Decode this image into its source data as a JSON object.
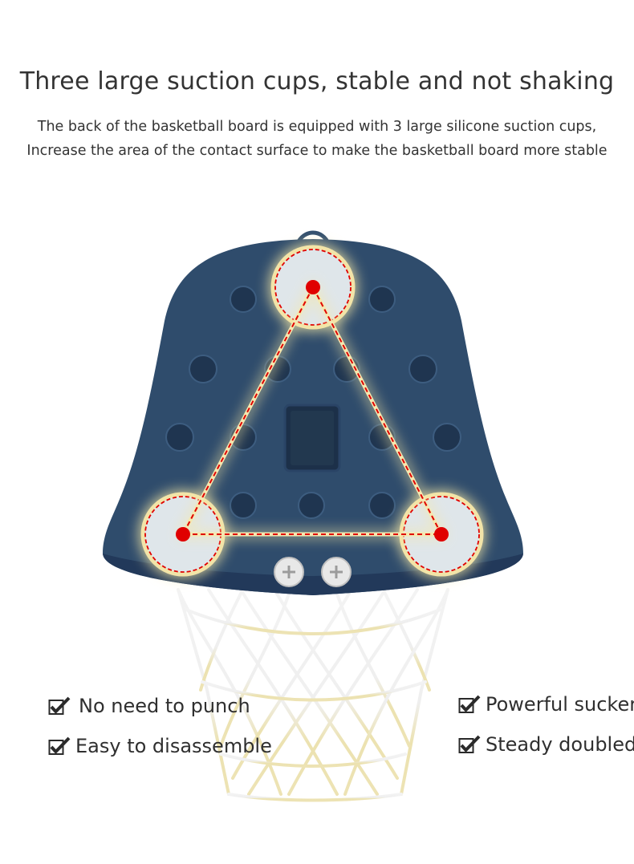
{
  "heading": "Three large suction cups, stable and not shaking",
  "subtitle_line1": "The back of the basketball board is equipped with 3 large silicone suction cups,",
  "subtitle_line2": "Increase the area of the contact surface to make the basketball board more stable",
  "features": [
    {
      "label": "No need to punch",
      "icon": "checkbox-check-icon"
    },
    {
      "label": "Easy to disassemble",
      "icon": "checkbox-check-icon"
    },
    {
      "label": "Powerful sucker",
      "icon": "checkbox-check-icon"
    },
    {
      "label": "Steady doubled",
      "icon": "checkbox-check-icon"
    }
  ],
  "colors": {
    "board": "#2f4c6c",
    "board_dark": "#1c3450",
    "suction_cup": "#e6ebee",
    "marker": "#e00000",
    "net_white": "#f1f1f1",
    "net_yellow": "#ece0a8"
  }
}
